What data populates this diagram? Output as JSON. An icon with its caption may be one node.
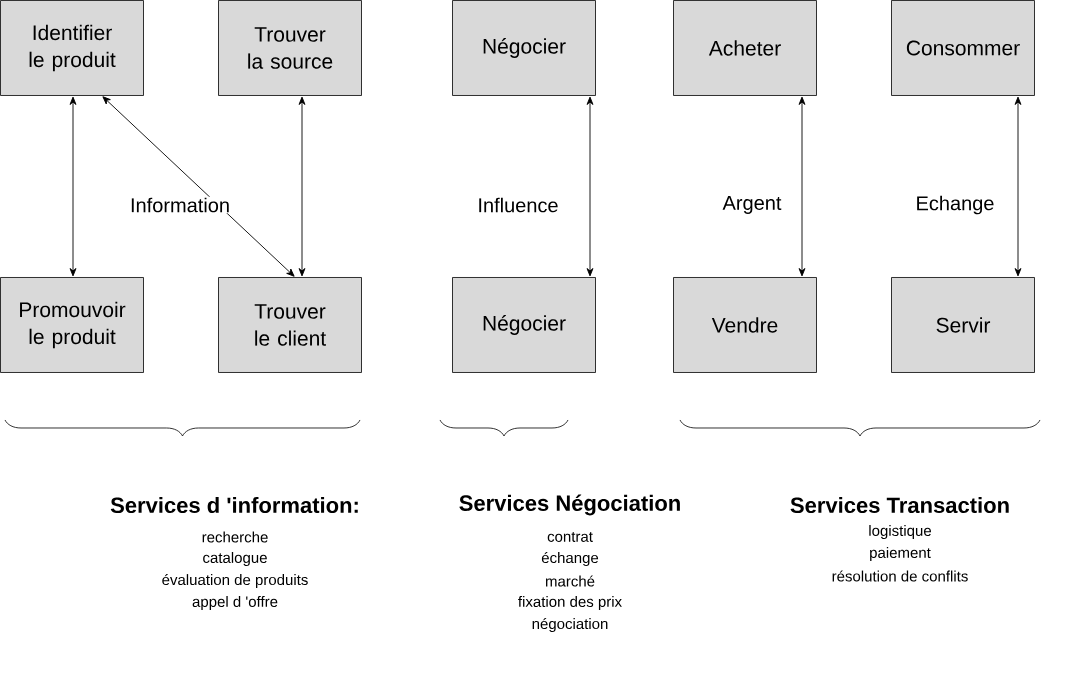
{
  "diagram": {
    "nodes": [
      {
        "text": [
          "Identifier le produit"
        ]
      },
      {
        "text": [
          "Trouver la source"
        ]
      },
      {
        "text": [
          "Négocier"
        ]
      },
      {
        "text": [
          "Acheter"
        ]
      },
      {
        "text": [
          "Consommer"
        ]
      },
      {
        "text": [
          "Promouvoir le produit"
        ]
      },
      {
        "text": [
          "Trouver le client"
        ]
      },
      {
        "text": [
          "Négocier"
        ]
      },
      {
        "text": [
          "Vendre"
        ]
      },
      {
        "text": [
          "Servir"
        ]
      }
    ],
    "edges": [
      {
        "from": 0,
        "to": 5,
        "arrow": "both"
      },
      {
        "from": 1,
        "to": 6,
        "arrow": "both"
      },
      {
        "from": 0,
        "to": 6,
        "arrow": "both",
        "label": "Information"
      },
      {
        "from": 2,
        "to": 7,
        "arrow": "both",
        "label": "Influence"
      },
      {
        "from": 3,
        "to": 8,
        "arrow": "both",
        "label": "Argent"
      },
      {
        "from": 4,
        "to": 9,
        "arrow": "both",
        "label": "Echange"
      }
    ],
    "labels": [
      "**Services d 'information**:",
      "recherche",
      "catalogue",
      "évaluation de produits",
      "appel d 'offre",
      "Services Négociation",
      "contrat",
      "échange",
      "marché",
      "fixation des prix",
      "négociation",
      "Services Transaction",
      "logistique",
      "paiement",
      "résolution de conflits"
    ]
  }
}
